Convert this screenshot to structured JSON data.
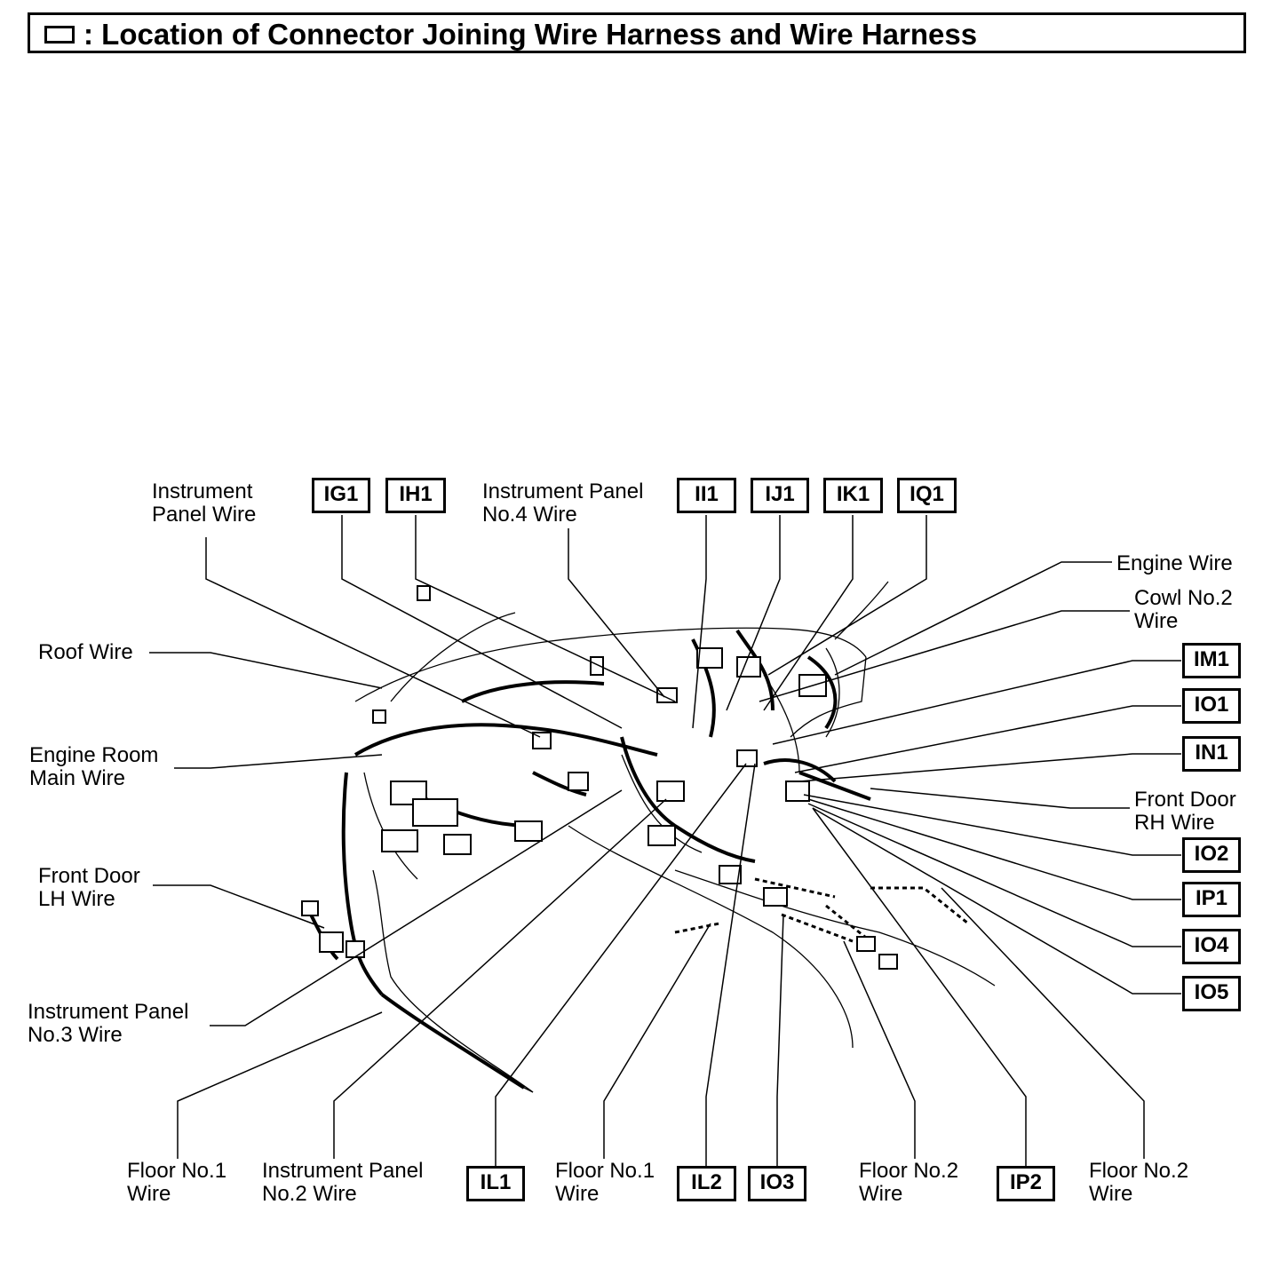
{
  "title": {
    "icon": "connector-box-icon",
    "text": ": Location of Connector Joining Wire Harness and Wire Harness"
  },
  "wire_labels": {
    "instrument_panel_wire": "Instrument\nPanel Wire",
    "instrument_panel_no4_wire": "Instrument Panel\nNo.4 Wire",
    "engine_wire": "Engine Wire",
    "cowl_no2_wire": "Cowl No.2\nWire",
    "roof_wire": "Roof Wire",
    "engine_room_main_wire": "Engine Room\nMain Wire",
    "front_door_rh_wire": "Front Door\nRH Wire",
    "front_door_lh_wire": "Front Door\nLH Wire",
    "instrument_panel_no3_wire": "Instrument Panel\nNo.3 Wire",
    "floor_no1_wire_a": "Floor No.1\nWire",
    "instrument_panel_no2_wire": "Instrument Panel\nNo.2 Wire",
    "floor_no1_wire_b": "Floor No.1\nWire",
    "floor_no2_wire_a": "Floor No.2\nWire",
    "floor_no2_wire_b": "Floor No.2\nWire"
  },
  "connector_codes": {
    "ig1": "IG1",
    "ih1": "IH1",
    "ii1": "II1",
    "ij1": "IJ1",
    "ik1": "IK1",
    "iq1": "IQ1",
    "im1": "IM1",
    "io1": "IO1",
    "in1": "IN1",
    "io2": "IO2",
    "ip1": "IP1",
    "io4": "IO4",
    "io5": "IO5",
    "il1": "IL1",
    "il2": "IL2",
    "io3": "IO3",
    "ip2": "IP2"
  }
}
